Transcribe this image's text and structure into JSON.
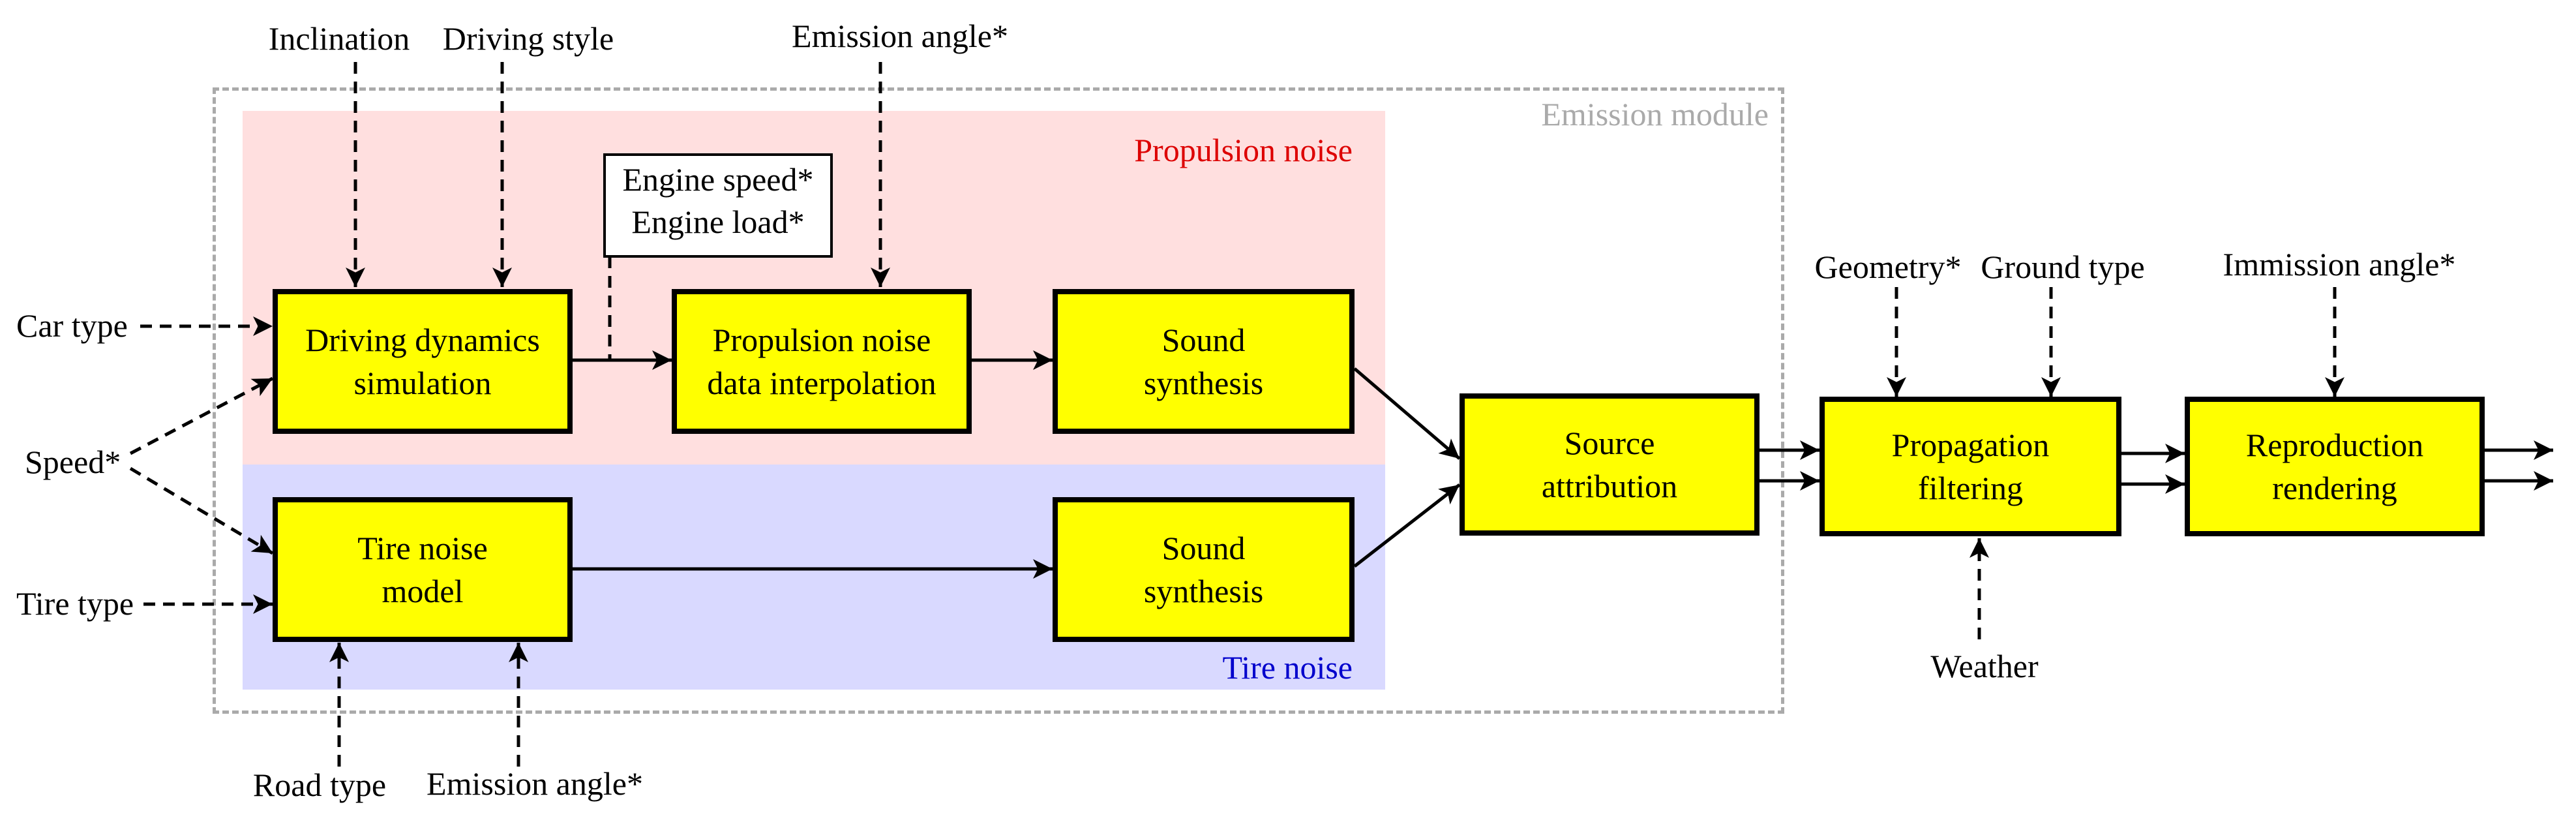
{
  "colors": {
    "propulsion_region": "#ffdfdf",
    "tire_region": "#d9d9ff",
    "propulsion_label": "#dd0000",
    "tire_label": "#0000cc",
    "module_label": "#aaaaaa",
    "block_fill": "#ffff00"
  },
  "module": {
    "label": "Emission module"
  },
  "regions": {
    "propulsion": "Propulsion noise",
    "tire": "Tire noise"
  },
  "blocks": {
    "driving_dynamics": "Driving dynamics\nsimulation",
    "propulsion_interp": "Propulsion noise\ndata interpolation",
    "sound_synth_1": "Sound\nsynthesis",
    "tire_model": "Tire noise\nmodel",
    "sound_synth_2": "Sound\nsynthesis",
    "source_attr": "Source\nattribution",
    "propagation": "Propagation\nfiltering",
    "reproduction": "Reproduction\nrendering"
  },
  "note": "Engine speed*\nEngine load*",
  "inputs": {
    "inclination": "Inclination",
    "driving_style": "Driving style",
    "emission_angle_top": "Emission angle*",
    "car_type": "Car type",
    "speed": "Speed*",
    "tire_type": "Tire type",
    "road_type": "Road type",
    "emission_angle_bottom": "Emission angle*",
    "geometry": "Geometry*",
    "ground_type": "Ground type",
    "immission_angle": "Immission angle*",
    "weather": "Weather"
  }
}
